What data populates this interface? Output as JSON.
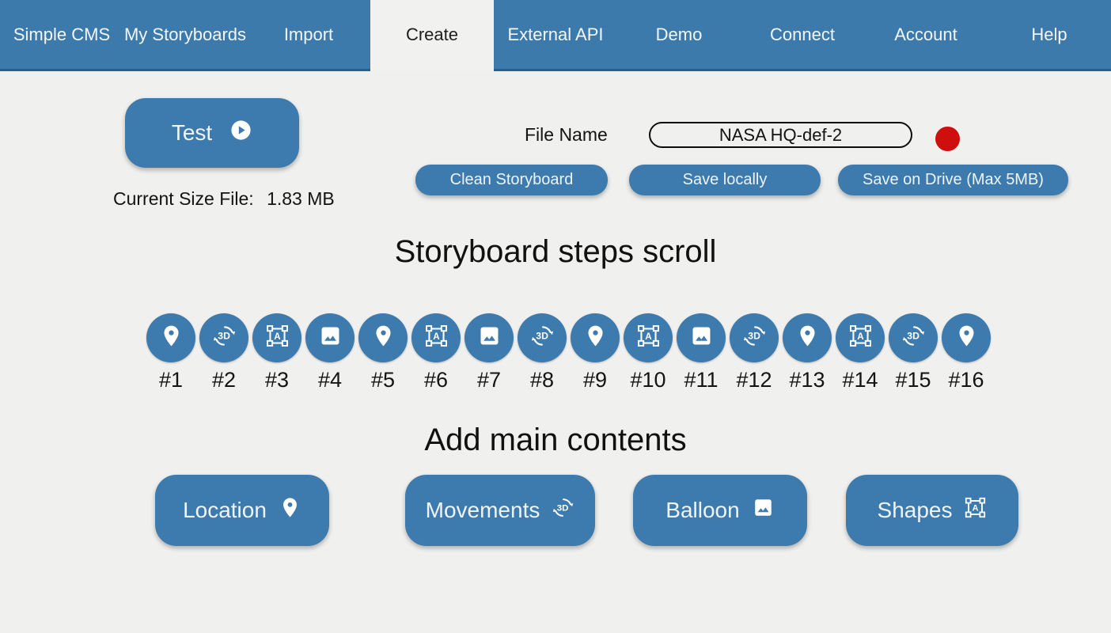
{
  "nav": {
    "items": [
      {
        "label": "Simple CMS",
        "active": false
      },
      {
        "label": "My Storyboards",
        "active": false
      },
      {
        "label": "Import",
        "active": false
      },
      {
        "label": "Create",
        "active": true
      },
      {
        "label": "External API",
        "active": false
      },
      {
        "label": "Demo",
        "active": false
      },
      {
        "label": "Connect",
        "active": false
      },
      {
        "label": "Account",
        "active": false
      },
      {
        "label": "Help",
        "active": false
      }
    ]
  },
  "toolbar": {
    "test_label": "Test",
    "current_size_label": "Current Size File:",
    "current_size_value": "1.83 MB",
    "file_name_label": "File Name",
    "file_name_value": "NASA HQ-def-2",
    "clean_storyboard_label": "Clean Storyboard",
    "save_locally_label": "Save locally",
    "save_on_drive_label": "Save on Drive (Max 5MB)"
  },
  "steps": {
    "title": "Storyboard steps scroll",
    "items": [
      {
        "label": "#1",
        "icon": "location-pin-icon"
      },
      {
        "label": "#2",
        "icon": "3d-rotation-icon"
      },
      {
        "label": "#3",
        "icon": "format-shapes-icon"
      },
      {
        "label": "#4",
        "icon": "image-icon"
      },
      {
        "label": "#5",
        "icon": "location-pin-icon"
      },
      {
        "label": "#6",
        "icon": "format-shapes-icon"
      },
      {
        "label": "#7",
        "icon": "image-icon"
      },
      {
        "label": "#8",
        "icon": "3d-rotation-icon"
      },
      {
        "label": "#9",
        "icon": "location-pin-icon"
      },
      {
        "label": "#10",
        "icon": "format-shapes-icon"
      },
      {
        "label": "#11",
        "icon": "image-icon"
      },
      {
        "label": "#12",
        "icon": "3d-rotation-icon"
      },
      {
        "label": "#13",
        "icon": "location-pin-icon"
      },
      {
        "label": "#14",
        "icon": "format-shapes-icon"
      },
      {
        "label": "#15",
        "icon": "3d-rotation-icon"
      },
      {
        "label": "#16",
        "icon": "location-pin-icon"
      }
    ]
  },
  "contents": {
    "title": "Add main contents",
    "buttons": [
      {
        "label": "Location",
        "icon": "location-pin-icon"
      },
      {
        "label": "Movements",
        "icon": "3d-rotation-icon"
      },
      {
        "label": "Balloon",
        "icon": "image-icon"
      },
      {
        "label": "Shapes",
        "icon": "format-shapes-icon"
      }
    ]
  },
  "colors": {
    "nav_blue": "#3d7aac",
    "button_blue": "#3d7aad",
    "background": "#f0f0ee",
    "status_red": "#cf0e0e",
    "nav_border": "#2a5f8d"
  }
}
